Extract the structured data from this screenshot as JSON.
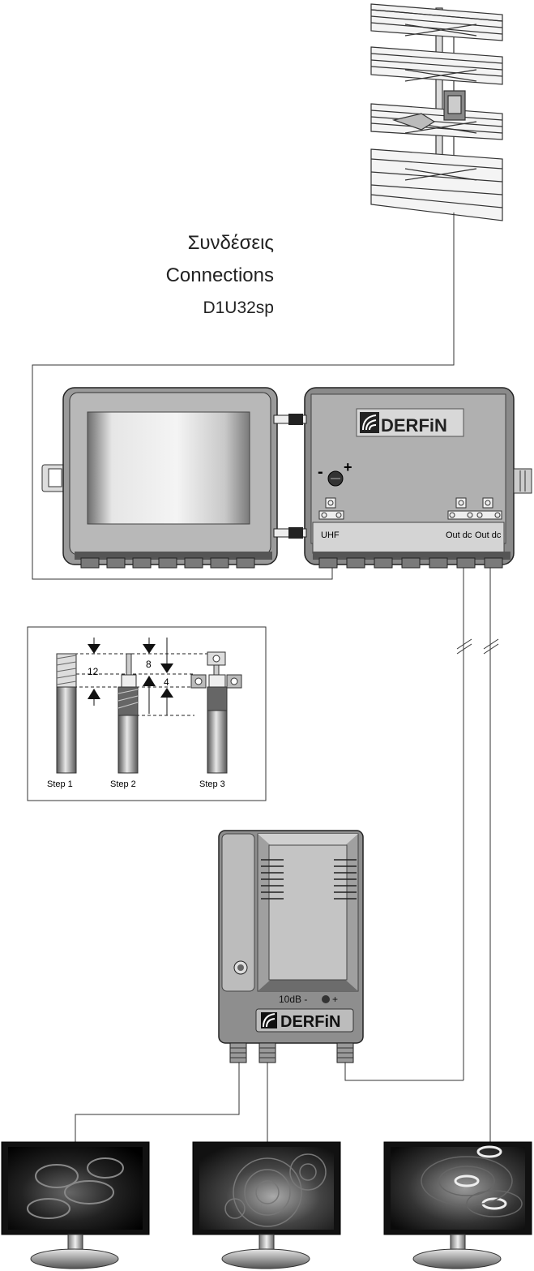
{
  "titles": {
    "greek": "Συνδέσεις",
    "english": "Connections",
    "model": "D1U32sp"
  },
  "amplifier": {
    "brand": "DERFiN",
    "gain_minus": "-",
    "gain_plus": "+",
    "ports": {
      "uhf": "UHF",
      "out1": "Out dc",
      "out2": "Out dc"
    }
  },
  "cable_steps": {
    "step1": "Step  1",
    "step2": "Step  2",
    "step3": "Step  3",
    "dim_12": "12",
    "dim_8": "8",
    "dim_4": "4"
  },
  "power_supply": {
    "gain_label": "10dB -",
    "gain_plus": "+",
    "brand": "DERFiN"
  },
  "colors": {
    "body_grey": "#8c8c8c",
    "panel_grey": "#b4b4b4",
    "line": "#333333"
  },
  "icons": [
    "yagi-antenna",
    "amplifier-enclosure",
    "power-supply",
    "tv-monitor"
  ]
}
